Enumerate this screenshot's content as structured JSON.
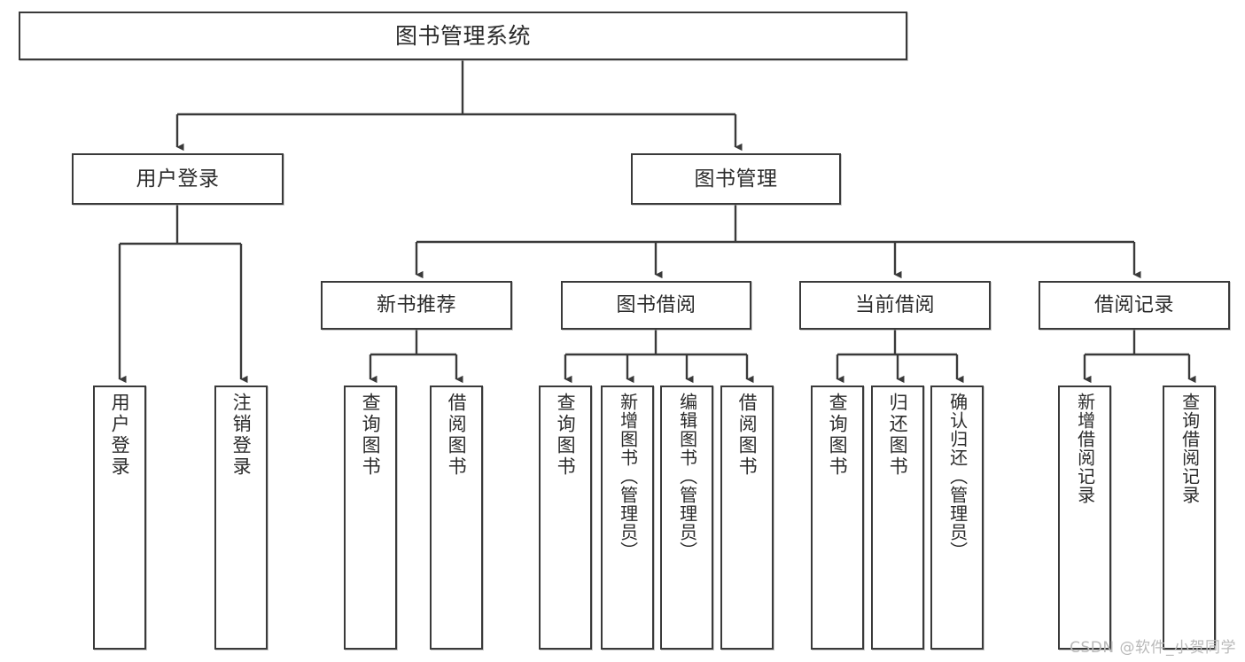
{
  "diagram": {
    "title": "图书管理系统",
    "type": "tree",
    "orientation": "top-down",
    "style": {
      "box_border_color": "#3a3a3a",
      "box_fill_color": "#ffffff",
      "text_color": "#2b2b2b",
      "edge_color": "#3a3a3a",
      "background": "#ffffff"
    },
    "levels": {
      "root": {
        "label": "图书管理系统"
      },
      "level1": [
        {
          "id": "user-login",
          "label": "用户登录"
        },
        {
          "id": "book-manage",
          "label": "图书管理"
        }
      ],
      "level2": [
        {
          "id": "new-rec",
          "label": "新书推荐",
          "parent": "book-manage"
        },
        {
          "id": "borrow",
          "label": "图书借阅",
          "parent": "book-manage"
        },
        {
          "id": "current",
          "label": "当前借阅",
          "parent": "book-manage"
        },
        {
          "id": "records",
          "label": "借阅记录",
          "parent": "book-manage"
        }
      ],
      "leaves": [
        {
          "id": "leaf-1",
          "label": "用户登录",
          "parent": "user-login"
        },
        {
          "id": "leaf-2",
          "label": "注销登录",
          "parent": "user-login"
        },
        {
          "id": "leaf-3",
          "label": "查询图书",
          "parent": "new-rec"
        },
        {
          "id": "leaf-4",
          "label": "借阅图书",
          "parent": "new-rec"
        },
        {
          "id": "leaf-5",
          "label": "查询图书",
          "parent": "borrow"
        },
        {
          "id": "leaf-6",
          "label": "新增图书（管理员）",
          "parent": "borrow"
        },
        {
          "id": "leaf-7",
          "label": "编辑图书（管理员）",
          "parent": "borrow"
        },
        {
          "id": "leaf-8",
          "label": "借阅图书",
          "parent": "borrow"
        },
        {
          "id": "leaf-9",
          "label": "查询图书",
          "parent": "current"
        },
        {
          "id": "leaf-10",
          "label": "归还图书",
          "parent": "current"
        },
        {
          "id": "leaf-11",
          "label": "确认归还（管理员）",
          "parent": "current"
        },
        {
          "id": "leaf-12",
          "label": "新增借阅记录",
          "parent": "records"
        },
        {
          "id": "leaf-13",
          "label": "查询借阅记录",
          "parent": "records"
        }
      ]
    }
  },
  "watermark": {
    "text": "CSDN @软件_小贺同学",
    "color": "#b9b9b9"
  }
}
